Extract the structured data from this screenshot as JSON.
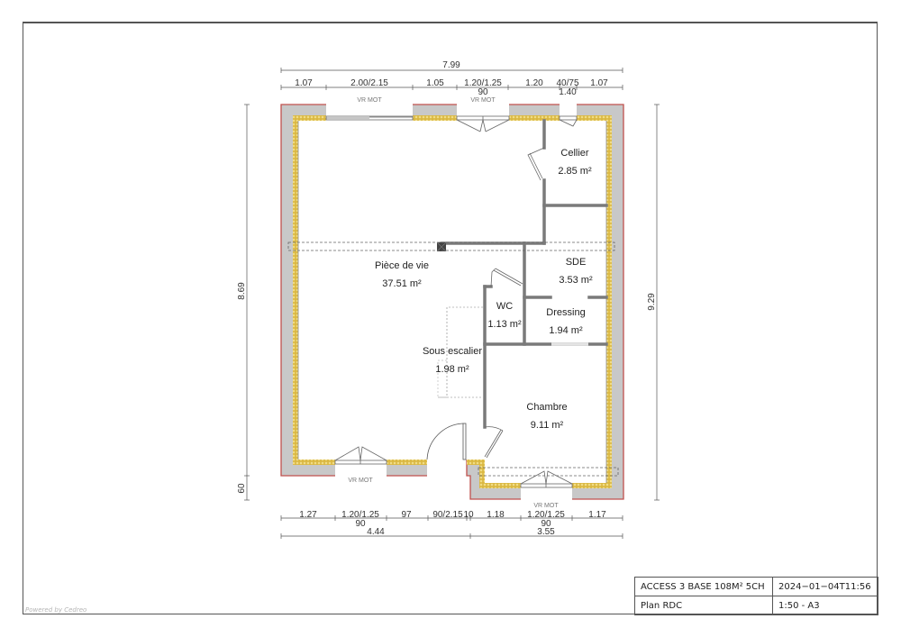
{
  "plan": {
    "rooms": [
      {
        "name": "Cellier",
        "area": "2.85 m²"
      },
      {
        "name": "Pièce de vie",
        "area": "37.51 m²"
      },
      {
        "name": "SDE",
        "area": "3.53 m²"
      },
      {
        "name": "WC",
        "area": "1.13 m²"
      },
      {
        "name": "Dressing",
        "area": "1.94 m²"
      },
      {
        "name": "Sous escalier",
        "area": "1.98 m²"
      },
      {
        "name": "Chambre",
        "area": "9.11 m²"
      }
    ],
    "top_dims": {
      "overall": "7.99",
      "segments": [
        "1.07",
        "2.00/2.15",
        "1.05",
        "1.20/1.25",
        "1.20",
        "40/75",
        "1.07"
      ],
      "sub_labels": [
        "90",
        "1.40"
      ]
    },
    "bottom_dims": {
      "segments": [
        "1.27",
        "1.20/1.25",
        "97",
        "90/2.15",
        "10",
        "1.18",
        "1.20/1.25",
        "1.17"
      ],
      "sub_labels": [
        "90",
        "90"
      ],
      "totals": [
        "4.44",
        "3.55"
      ]
    },
    "left_dims": [
      "8.69",
      "60"
    ],
    "right_dims": [
      "9.29"
    ],
    "window_labels": [
      "VR MOT",
      "VR MOT",
      "VR MOT",
      "VR MOT"
    ],
    "colors": {
      "wall_gray": "#c8c8c8",
      "exterior_line": "#c0504d",
      "insulation": "#d9b640",
      "partition": "#7a7a7a"
    }
  },
  "title_block": {
    "project": "ACCESS 3 BASE 108M² 5CH",
    "timestamp": "2024−01−04T11:56",
    "sheet": "Plan RDC",
    "scale": "1:50 - A3"
  },
  "footer": {
    "powered_by": "Powered by Cedreo"
  }
}
